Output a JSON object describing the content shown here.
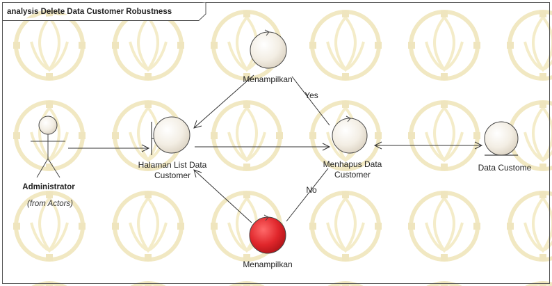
{
  "frame": {
    "title": "analysis Delete Data Customer Robustness"
  },
  "actor": {
    "name": "Administrator",
    "note": "(from Actors)"
  },
  "boundary": {
    "line1": "Halaman List Data",
    "line2": "Customer"
  },
  "control_top": {
    "label": "Menampilkan"
  },
  "control_mid": {
    "line1": "Menhapus Data",
    "line2": "Customer"
  },
  "control_bottom": {
    "label": "Menampilkan",
    "fill": "#e0262b"
  },
  "entity": {
    "label": "Data Custome"
  },
  "edges": {
    "yes": "Yes",
    "no": "No"
  },
  "colors": {
    "element_fill": "#f4efe6",
    "watermark": "#f3ebc9",
    "control_bottom": "#e0262b"
  }
}
